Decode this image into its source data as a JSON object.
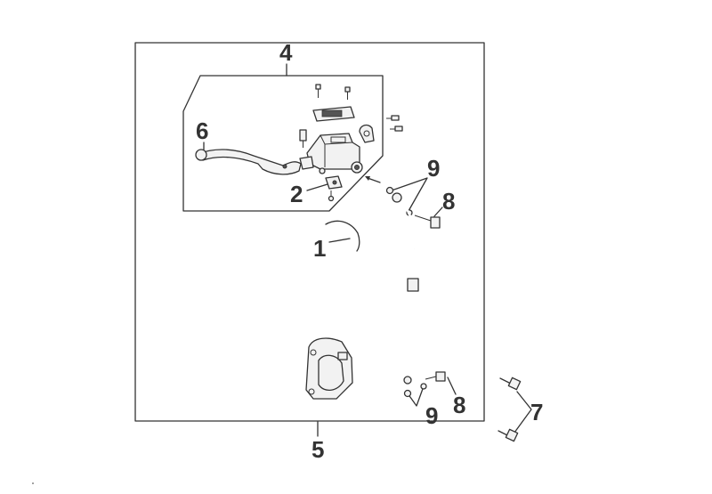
{
  "colors": {
    "line": "#333333",
    "background": "#ffffff",
    "part_fill": "#f2f2f2"
  },
  "callouts": [
    {
      "id": "c1",
      "label": "1"
    },
    {
      "id": "c2",
      "label": "2"
    },
    {
      "id": "c4",
      "label": "4"
    },
    {
      "id": "c5",
      "label": "5"
    },
    {
      "id": "c6",
      "label": "6"
    },
    {
      "id": "c7",
      "label": "7"
    },
    {
      "id": "c8a",
      "label": "8"
    },
    {
      "id": "c8b",
      "label": "8"
    },
    {
      "id": "c9a",
      "label": "9"
    },
    {
      "id": "c9b",
      "label": "9"
    }
  ]
}
